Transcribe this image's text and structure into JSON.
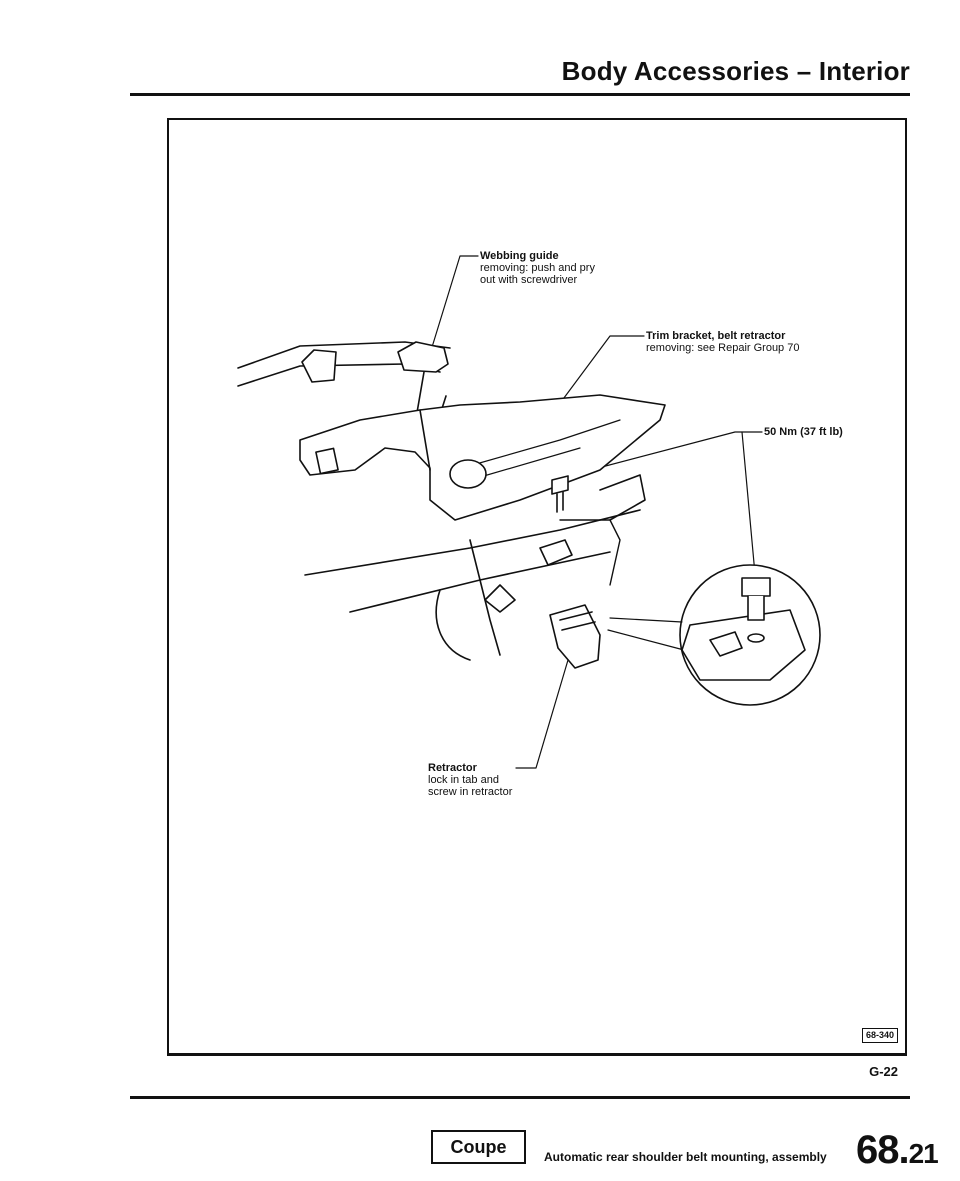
{
  "header": {
    "title": "Body Accessories – Interior"
  },
  "callouts": {
    "webbing_guide": {
      "title": "Webbing guide",
      "text_line1": "removing: push and pry",
      "text_line2": "out with screwdriver"
    },
    "trim_bracket": {
      "title": "Trim bracket, belt retractor",
      "text_line1": "removing: see Repair Group 70"
    },
    "torque": {
      "title": "50 Nm (37 ft lb)"
    },
    "retractor": {
      "title": "Retractor",
      "text_line1": "lock in tab and",
      "text_line2": "screw in retractor"
    }
  },
  "figure": {
    "code": "68-340"
  },
  "page_ref": "G-22",
  "footer": {
    "model": "Coupe",
    "caption": "Automatic rear shoulder belt mounting, assembly",
    "page_major": "68.",
    "page_minor": "21"
  }
}
